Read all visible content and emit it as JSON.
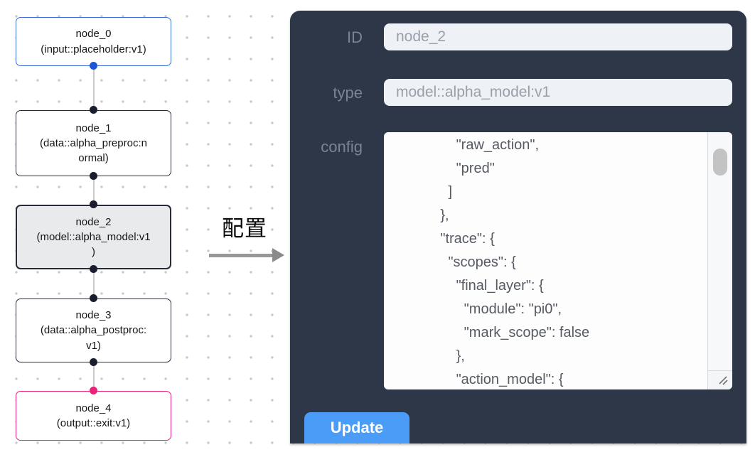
{
  "canvas": {
    "nodes": [
      {
        "title": "node_0",
        "subtitle": "(input::placeholder:v1)"
      },
      {
        "title": "node_1",
        "subtitle": "(data::alpha_preproc:n\normal)"
      },
      {
        "title": "node_2",
        "subtitle": "(model::alpha_model:v1\n)"
      },
      {
        "title": "node_3",
        "subtitle": "(data::alpha_postproc:\nv1)"
      },
      {
        "title": "node_4",
        "subtitle": "(output::exit:v1)"
      }
    ]
  },
  "transition": {
    "label": "配置"
  },
  "panel": {
    "id_label": "ID",
    "id_value": "node_2",
    "type_label": "type",
    "type_value": "model::alpha_model:v1",
    "config_label": "config",
    "config_value": "          \"raw_action\",\n          \"pred\"\n        ]\n      },\n      \"trace\": {\n        \"scopes\": {\n          \"final_layer\": {\n            \"module\": \"pi0\",\n            \"mark_scope\": false\n          },\n          \"action_model\": {",
    "update_label": "Update"
  },
  "colors": {
    "panel_bg": "#2d3748",
    "accent_blue": "#4a9cf6",
    "selected_node_bg": "#e9eaeb",
    "input_node_border": "#3d6cd9",
    "output_node_border": "#ea2178",
    "default_node_border": "#272c38",
    "edge_line": "#c9c9c9",
    "input_field_bg": "#eef1f5",
    "label_gray": "#7b8494"
  }
}
